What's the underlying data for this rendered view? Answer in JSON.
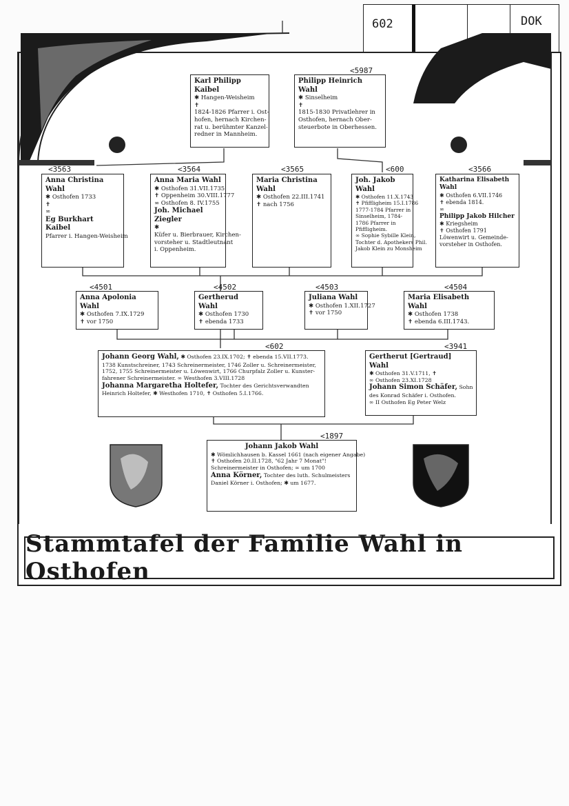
{
  "archive": {
    "number": "602",
    "code": "DOK"
  },
  "title": "Stammtafel der Familie Wahl in Osthofen",
  "cards": {
    "kaibel_kp": {
      "ref": "",
      "name": "Karl Philipp Kaibel",
      "lines": [
        "✱ Hangen-Weisheim",
        "✝",
        "1824-1826 Pfarrer i. Ost-",
        "hofen, hernach Kirchen-",
        "rat u. berühmter Kanzel-",
        "redner in Mannheim."
      ]
    },
    "wahl_ph": {
      "ref": "<5987",
      "name": "Philipp Heinrich Wahl",
      "lines": [
        "✱ Sinselheim",
        "✝",
        "1815-1830 Privatlehrer in",
        "Osthofen, hernach Ober-",
        "steuerbote in Oberhessen."
      ]
    },
    "anna_christina": {
      "ref": "<3563",
      "name": "Anna Christina Wahl",
      "lines": [
        "✱ Osthofen          1733",
        "✝",
        "∞",
        "Eg Burkhart Kaibel",
        "Pfarrer i. Hangen-Weisheim"
      ]
    },
    "anna_maria": {
      "ref": "<3564",
      "name": "Anna Maria Wahl",
      "lines": [
        "✱ Osthofen  31.VII.1735",
        "✝ Oppenheim  30.VIII.1777",
        "∞ Osthofen   8. IV.1755",
        "Joh. Michael Ziegler",
        "✱",
        "Küfer u. Bierbrauer, Kirchen-",
        "vorsteher u. Stadtleutnant",
        "i. Oppenheim."
      ]
    },
    "maria_christina": {
      "ref": "<3565",
      "name": "Maria Christina Wahl",
      "lines": [
        "✱ Osthofen 22.III.1741",
        "✝              nach 1756"
      ]
    },
    "joh_jakob": {
      "ref": "<600",
      "name": "Joh. Jakob Wahl",
      "lines": [
        "✱ Osthofen 11.X.1743",
        "✝ Pfiffligheim 15.I.1786",
        "1777-1784 Pfarrer in",
        "Sinselheim, 1784-",
        "1786 Pfarrer in",
        "Pfiffligheim.",
        "∞ Sophie Sybille Klein,",
        "Tochter d. Apothekers Phil.",
        "Jakob Klein zu Monsheim"
      ]
    },
    "katharina_elisabeth": {
      "ref": "<3566",
      "name": "Katharina Elisabeth Wahl",
      "lines": [
        "✱ Osthofen 6.VII.1746",
        "✝ ebenda           1814.",
        "∞",
        "Philipp Jakob Hilcher",
        "✱ Kriegsheim",
        "✝ Osthofen          1791",
        "Löwenwirt u. Gemeinde-",
        "vorsteher in Osthofen."
      ]
    },
    "anna_apolonia": {
      "ref": "<4501",
      "name": "Anna Apolonia Wahl",
      "lines": [
        "✱ Osthofen 7.IX.1729",
        "✝              vor 1750"
      ]
    },
    "gertherud": {
      "ref": "<4502",
      "name": "Gertherud Wahl",
      "lines": [
        "✱ Osthofen        1730",
        "✝ ebenda          1733"
      ]
    },
    "juliana": {
      "ref": "<4503",
      "name": "Juliana Wahl",
      "lines": [
        "✱ Osthofen 1.XII.1727",
        "✝              vor 1750"
      ]
    },
    "maria_elisabeth": {
      "ref": "<4504",
      "name": "Maria Elisabeth Wahl",
      "lines": [
        "✱ Osthofen          1738",
        "✝ ebenda    6.III.1743."
      ]
    },
    "johann_georg": {
      "ref": "<602",
      "name": "Johann Georg Wahl,",
      "name_suffix": "✱ Osthofen 23.IX.1702; ✝ ebenda 15.VII.1773.",
      "lines": [
        "1738 Kunstschreiner, 1743 Schreinermeister, 1746 Zoller u. Schreinermeister,",
        "1752, 1755 Schreinermeister u. Löwenwirt, 1766 Churpfalz Zoller u. Kunster-",
        "fahrener Schreinermeister.   ∞ Westhofen 3.VIII.1728"
      ],
      "spouse": "Johanna Margaretha Holtefer,",
      "spouse_suffix": "Tochter des Gerichtsverwandten",
      "spouse_lines": [
        "Heinrich Holtefer,  ✱ Westhofen       1710, ✝ Osthofen 5.I.1766."
      ]
    },
    "gertherut": {
      "ref": "<3941",
      "name": "Gertherut [Gertraud] Wahl",
      "lines": [
        "✱ Osthofen 31.V.1711, ✝",
        "∞ Osthofen 23.XI.1728"
      ],
      "spouse": "Johann Simon Schäfer,",
      "spouse_suffix": "Sohn",
      "spouse_lines": [
        "des Konrad Schäfer i. Osthofen.",
        "∞ II Osthofen        Eg Peter Welz"
      ]
    },
    "johann_jakob": {
      "ref": "<1897",
      "name": "Johann Jakob Wahl",
      "lines": [
        "✱ Wömlichhausen b. Kassel 1661 (nach eigener Angabe)",
        "✝ Osthofen 20.II.1728, \"62 Jahr 7 Monat\"!",
        "Schreinermeister in Osthofen;  ∞ um 1700"
      ],
      "spouse": "Anna Körner,",
      "spouse_suffix": "Tochter des luth. Schulmeisters",
      "spouse_lines": [
        "Daniel Körner i. Osthofen;  ✱ um         1677."
      ]
    }
  },
  "crests": [
    {
      "name": "left-coat-of-arms",
      "color": "#555"
    },
    {
      "name": "right-coat-of-arms",
      "color": "#111"
    }
  ]
}
